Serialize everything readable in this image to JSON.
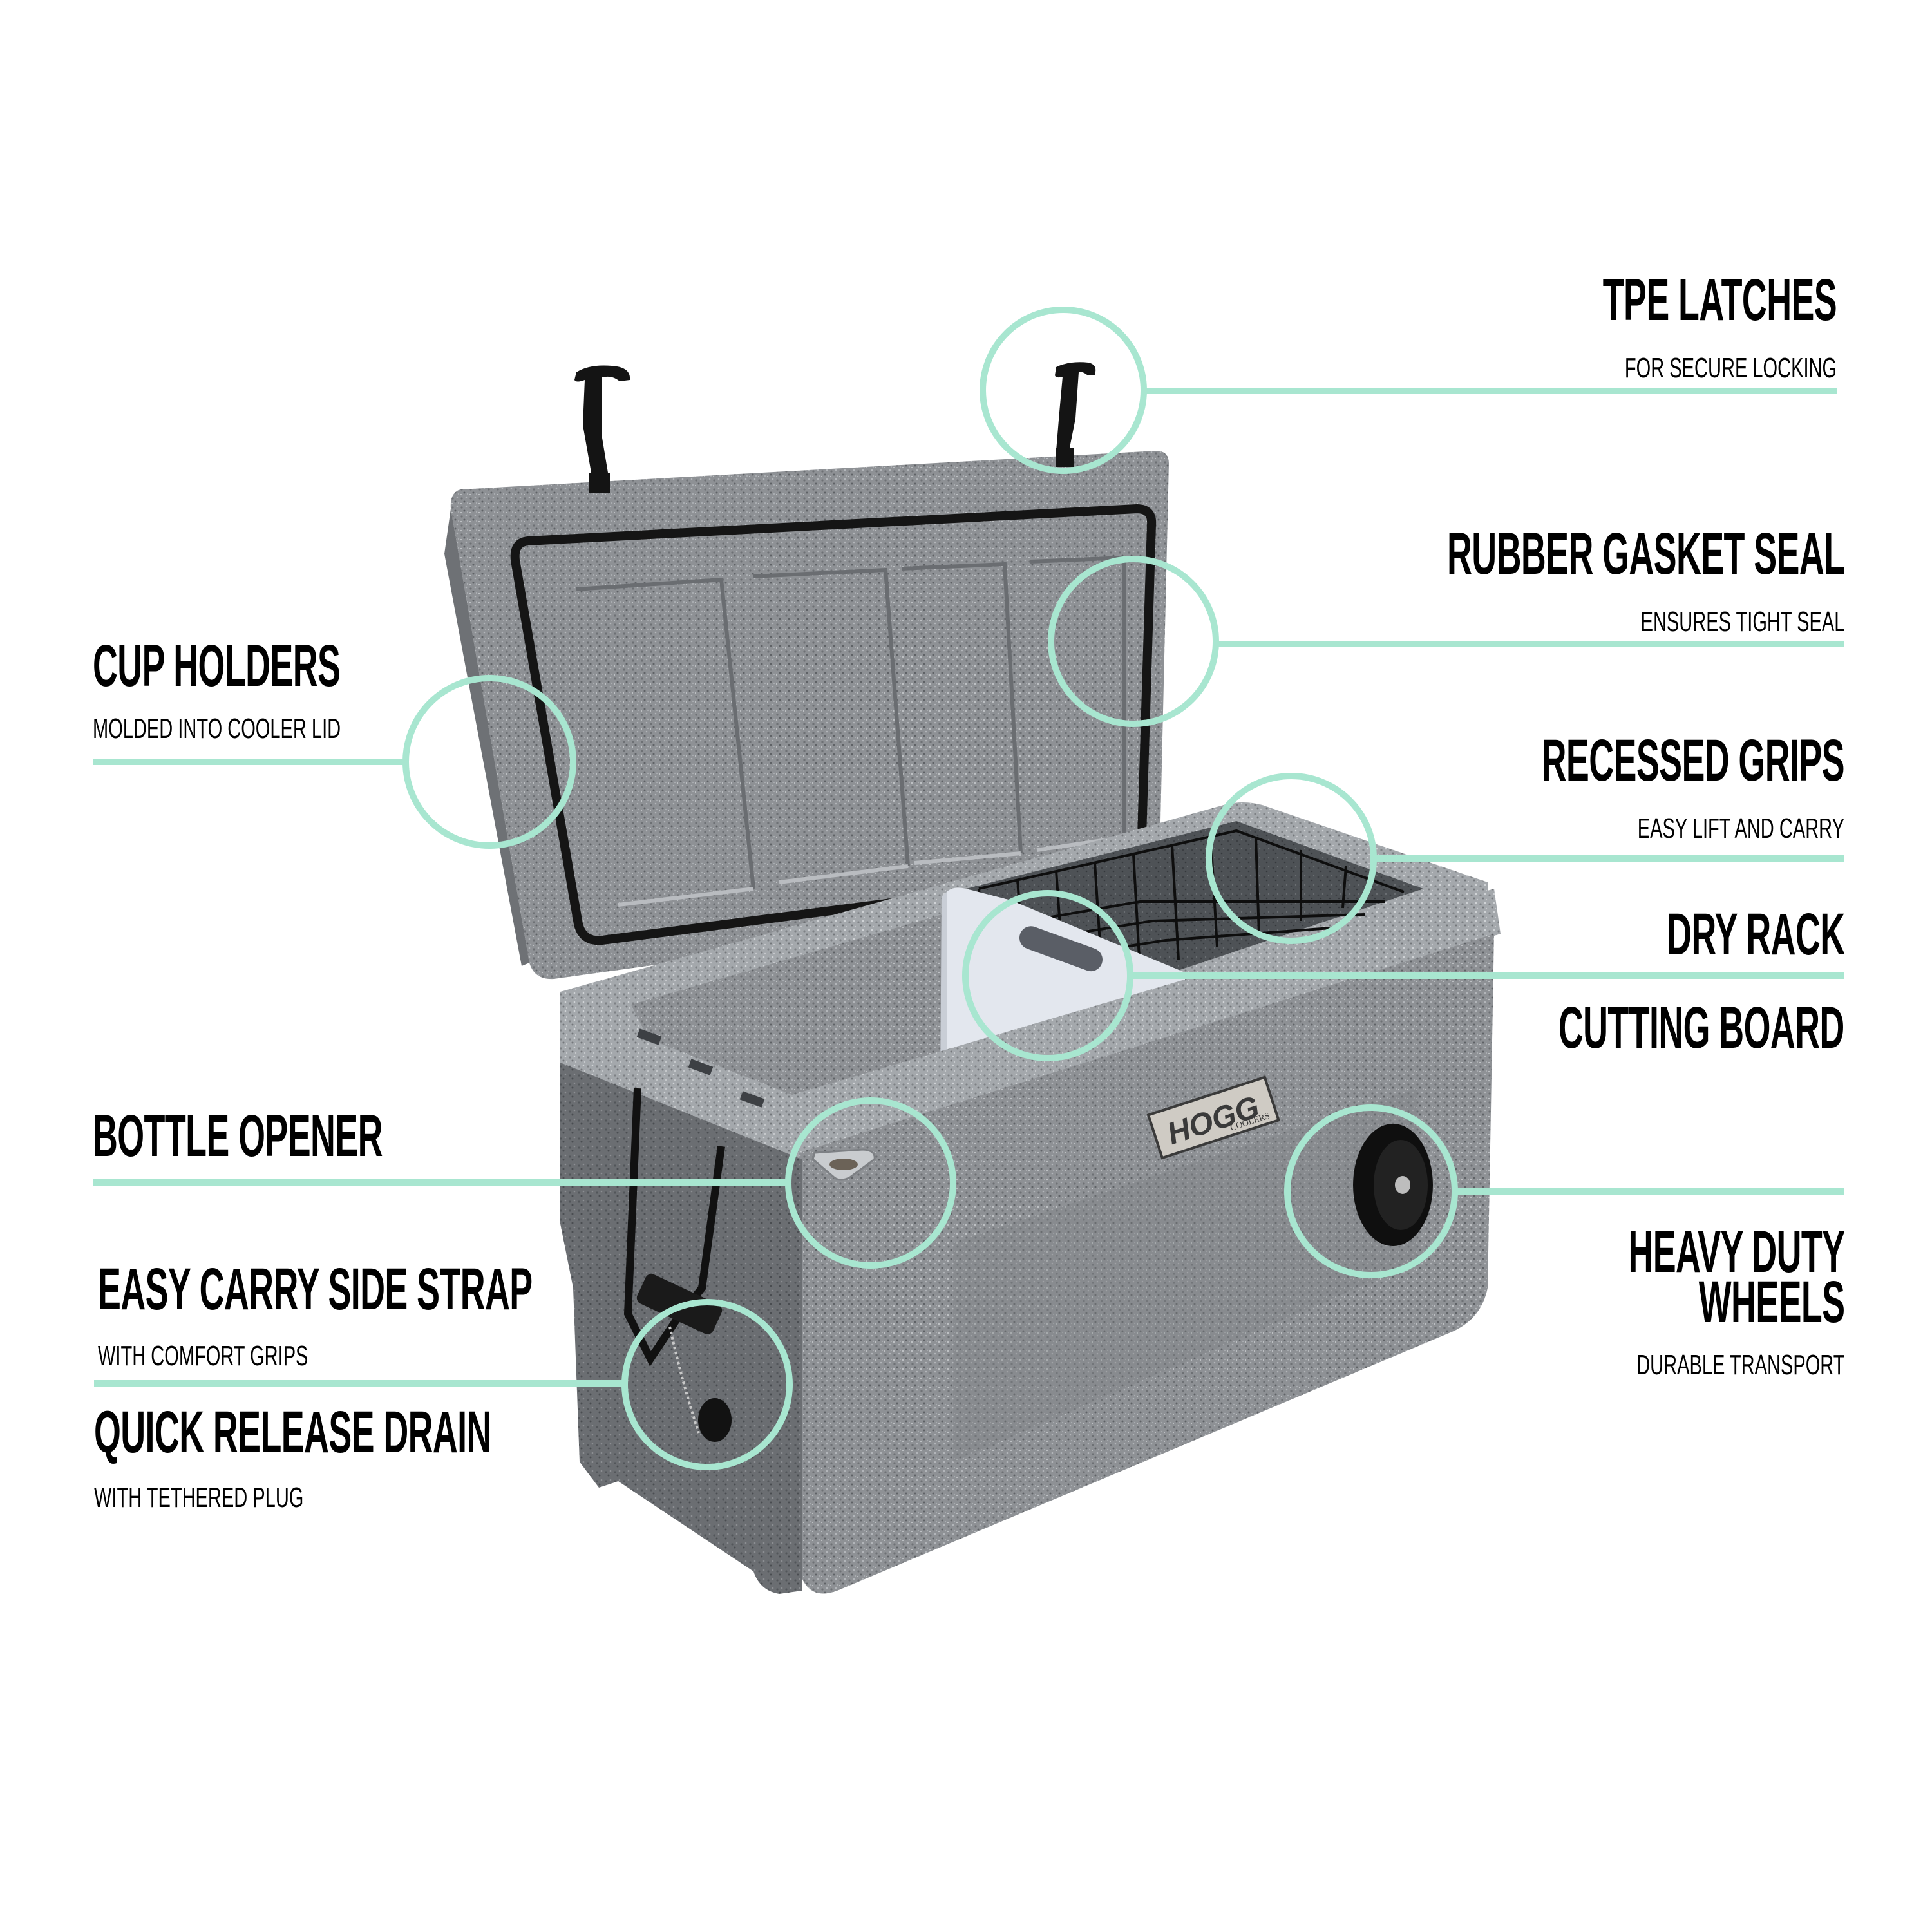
{
  "brand": {
    "badge_main": "HOGG",
    "badge_sub": "COOLERS"
  },
  "colors": {
    "accent": "#A8E6D0",
    "text": "#000000",
    "background": "#FFFFFF",
    "cooler_body": "#8A8D90",
    "cooler_dark": "#5E6164",
    "gasket": "#151515",
    "cutting_board": "#E6EAF0"
  },
  "callouts": {
    "left": [
      {
        "title": "CUP HOLDERS",
        "subtitle": "MOLDED INTO COOLER LID"
      },
      {
        "title": "BOTTLE OPENER",
        "subtitle": ""
      },
      {
        "title": "EASY CARRY SIDE STRAP",
        "subtitle": "WITH COMFORT GRIPS"
      },
      {
        "title": "QUICK RELEASE DRAIN",
        "subtitle": "WITH TETHERED PLUG"
      }
    ],
    "right": [
      {
        "title": "TPE LATCHES",
        "subtitle": "FOR SECURE LOCKING"
      },
      {
        "title": "RUBBER GASKET SEAL",
        "subtitle": "ENSURES TIGHT SEAL"
      },
      {
        "title": "RECESSED GRIPS",
        "subtitle": "EASY LIFT AND CARRY"
      },
      {
        "title": "DRY RACK",
        "subtitle": ""
      },
      {
        "title": "CUTTING BOARD",
        "subtitle": ""
      },
      {
        "title_line1": "HEAVY DUTY",
        "title_line2": "WHEELS",
        "subtitle": "DURABLE TRANSPORT"
      }
    ]
  }
}
